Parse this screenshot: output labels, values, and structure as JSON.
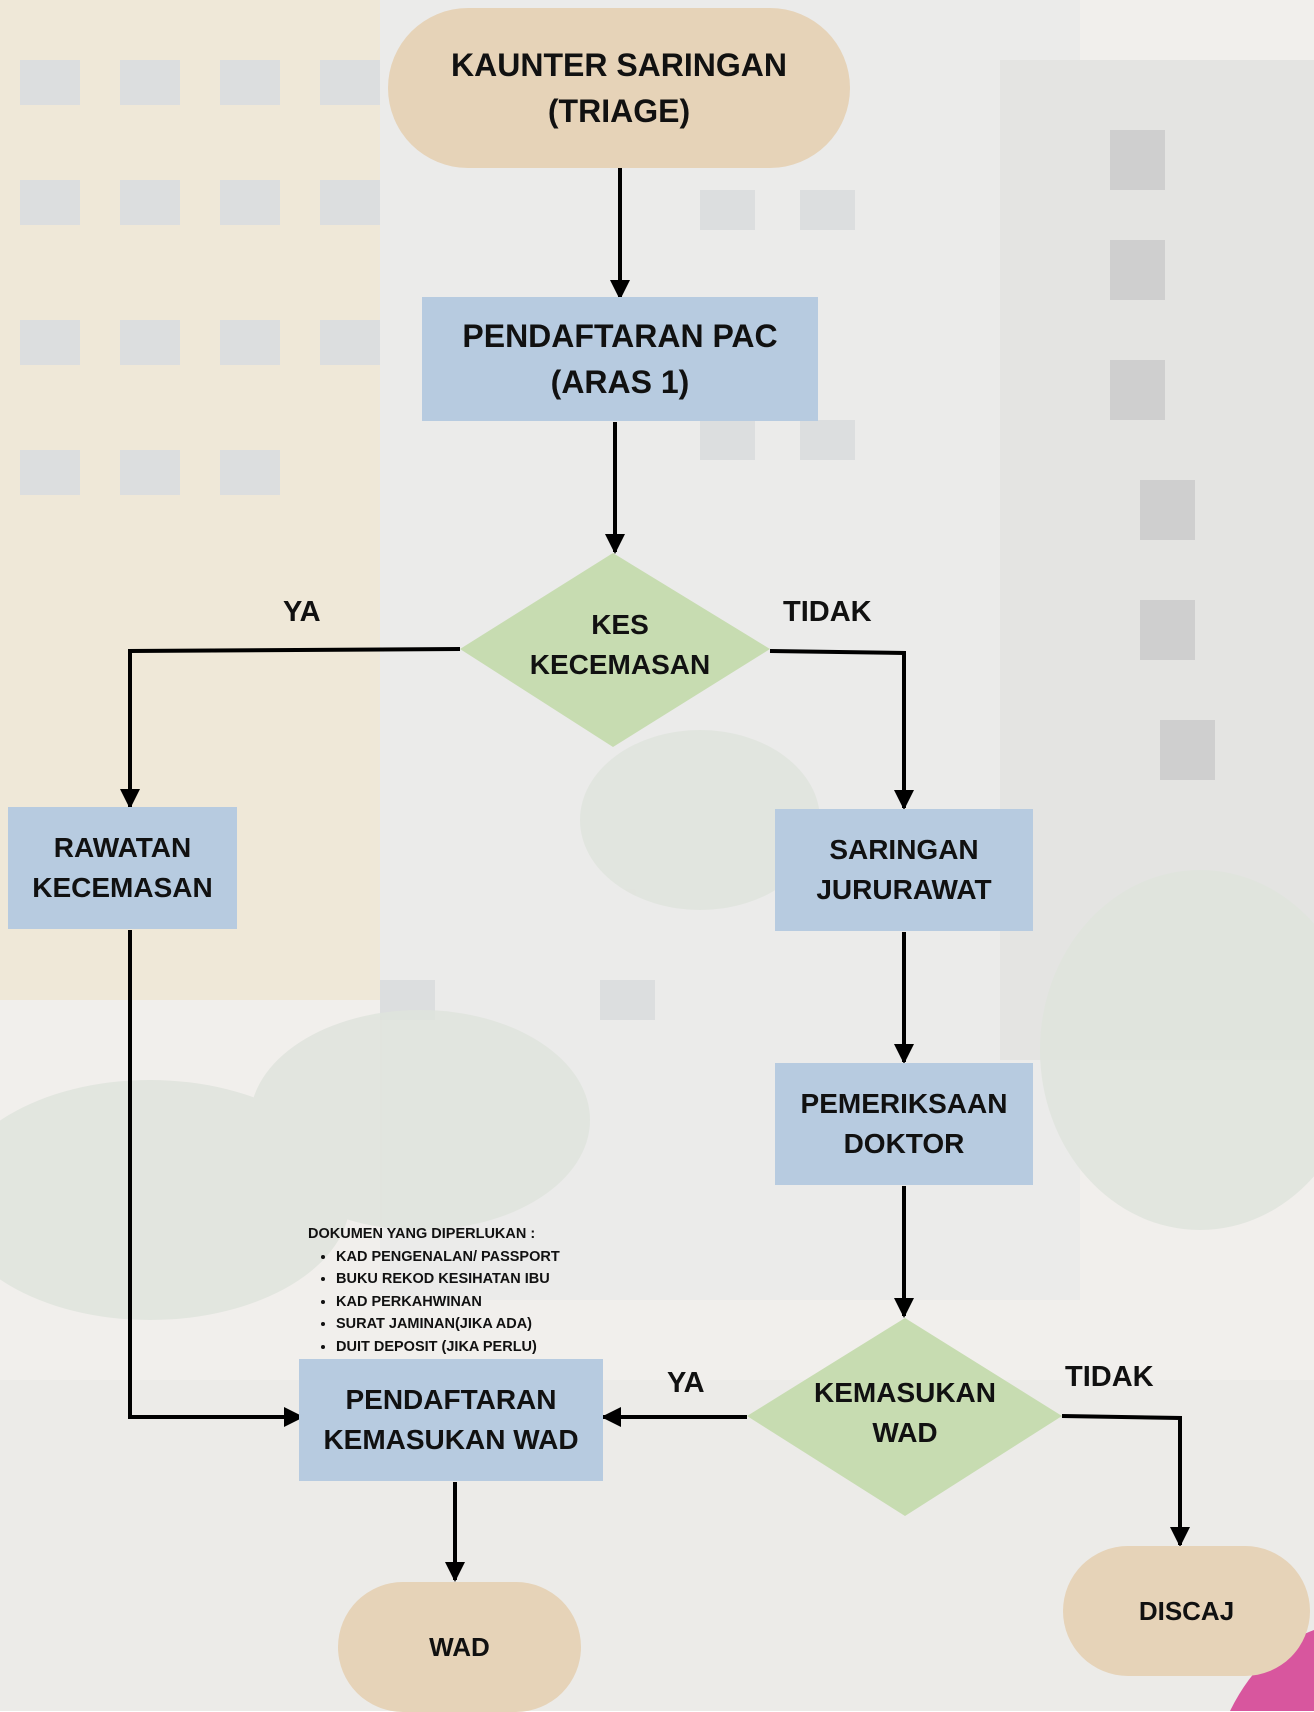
{
  "nodes": {
    "triage": "KAUNTER SARINGAN\n(TRIAGE)",
    "pendaftaran_pac": "PENDAFTARAN PAC\n(ARAS 1)",
    "kes_kecemasan": "KES\nKECEMASAN",
    "rawatan_kecemasan": "RAWATAN\nKECEMASAN",
    "saringan_jururawat": "SARINGAN\nJURURAWAT",
    "pemeriksaan_doktor": "PEMERIKSAAN\nDOKTOR",
    "kemasukan_wad": "KEMASUKAN\nWAD",
    "pendaftaran_kemasukan_wad": "PENDAFTARAN\nKEMASUKAN WAD",
    "wad": "WAD",
    "discaj": "DISCAJ"
  },
  "edge_labels": {
    "kes_ya": "YA",
    "kes_tidak": "TIDAK",
    "wad_ya": "YA",
    "wad_tidak": "TIDAK"
  },
  "documents": {
    "title": "DOKUMEN YANG DIPERLUKAN :",
    "items": [
      "KAD PENGENALAN/ PASSPORT",
      "BUKU REKOD KESIHATAN IBU",
      "KAD PERKAHWINAN",
      "SURAT JAMINAN(JIKA ADA)",
      "DUIT DEPOSIT (JIKA PERLU)"
    ]
  },
  "colors": {
    "terminal": "#e6d3b8",
    "process": "#b7cbe0",
    "decision": "#c7dcb1",
    "accent": "#d8569e"
  }
}
